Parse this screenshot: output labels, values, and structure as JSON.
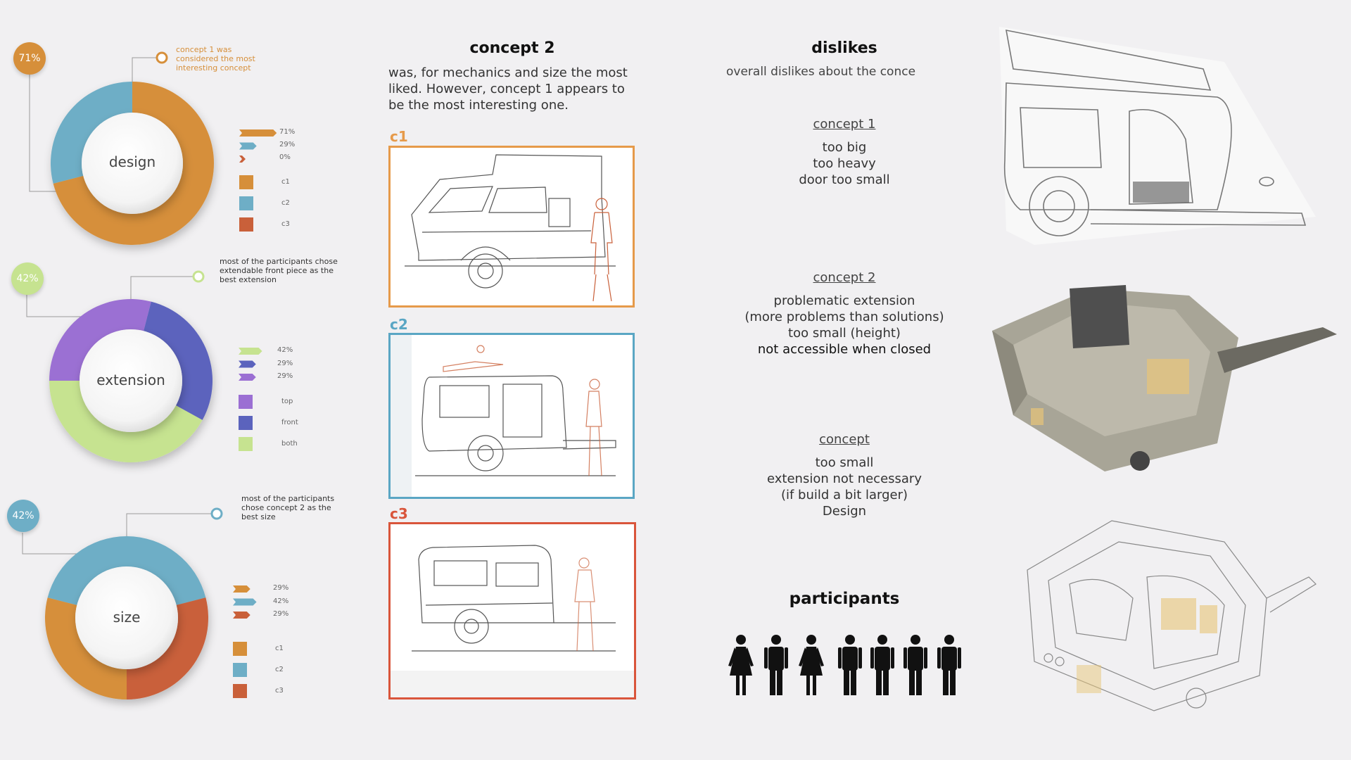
{
  "colors": {
    "orange": "#d68f3a",
    "blue": "#6eaec6",
    "red": "#c9603a",
    "purple": "#9b6fd3",
    "indigo": "#5b63bd",
    "lightgreen": "#c6e390",
    "frame_c1": "#e69a4a",
    "frame_c2": "#5aa6c4",
    "frame_c3": "#d9553b"
  },
  "chart_data": [
    {
      "type": "pie",
      "title": "design",
      "callout": "71%",
      "note": "concept 1 was considered the most interesting concept",
      "categories": [
        "c1",
        "c2",
        "c3"
      ],
      "values": [
        71,
        29,
        0
      ],
      "value_labels": [
        "71%",
        "29%",
        "0%"
      ]
    },
    {
      "type": "pie",
      "title": "extension",
      "callout": "42%",
      "note": "most of the participants chose extendable front piece as the best extension",
      "categories": [
        "top",
        "front",
        "both"
      ],
      "values": [
        29,
        29,
        42
      ],
      "value_labels": [
        "42%",
        "29%",
        "29%"
      ]
    },
    {
      "type": "pie",
      "title": "size",
      "callout": "42%",
      "note": "most of the participants chose concept 2 as the best size",
      "categories": [
        "c1",
        "c2",
        "c3"
      ],
      "values": [
        29,
        42,
        29
      ],
      "value_labels": [
        "29%",
        "42%",
        "29%"
      ]
    }
  ],
  "middle": {
    "title": "concept 2",
    "description": "was, for mechanics and size the most liked. However, concept 1 appears to be the most interesting one.",
    "labels": [
      "c1",
      "c2",
      "c3"
    ]
  },
  "dislikes": {
    "title": "dislikes",
    "subtitle": "overall dislikes about the conce",
    "concept1": {
      "head": "concept 1",
      "lines": [
        "too big",
        "too heavy",
        "door too small"
      ]
    },
    "concept2": {
      "head": "concept 2",
      "lines": [
        "problematic extension",
        "(more problems than solutions)",
        "too small (height)",
        "not accessible when closed"
      ]
    },
    "concept3": {
      "head": "concept",
      "lines": [
        "too small",
        "extension not necessary",
        "(if build a bit larger)",
        "Design"
      ]
    }
  },
  "participants": {
    "title": "participants",
    "people": [
      "female",
      "male",
      "female",
      "male",
      "male",
      "male",
      "male"
    ]
  }
}
